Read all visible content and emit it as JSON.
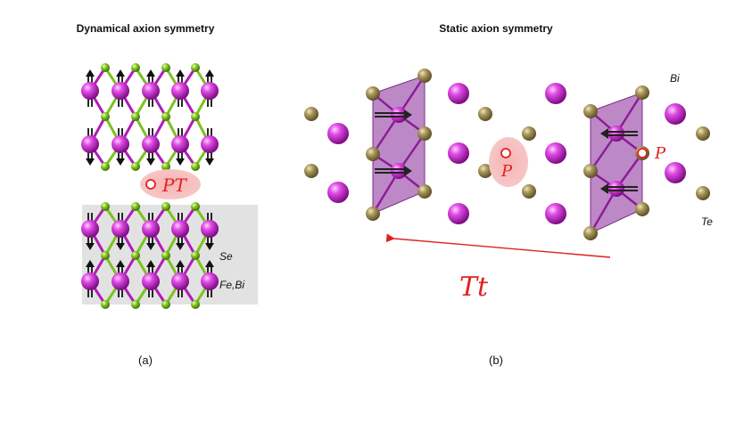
{
  "panel_a": {
    "title": "Dynamical axion symmetry",
    "symmetry_label": "PT",
    "label_se": "Se",
    "label_febi": "Fe,Bi",
    "caption": "(a)"
  },
  "panel_b": {
    "title": "Static axion symmetry",
    "label_bi": "Bi",
    "label_te": "Te",
    "symmetry_center": "P",
    "symmetry_right": "P",
    "operation_label": "Tt",
    "caption": "(b)"
  },
  "colors": {
    "magenta_atom": "#c22ec8",
    "green_atom": "#7cc21e",
    "olive_atom": "#9c8a52",
    "symmetry_red": "#e02020",
    "shaded_box": "#e2e2e2",
    "octahedron": "#a35ab0",
    "spin_arrow": "#111111"
  }
}
